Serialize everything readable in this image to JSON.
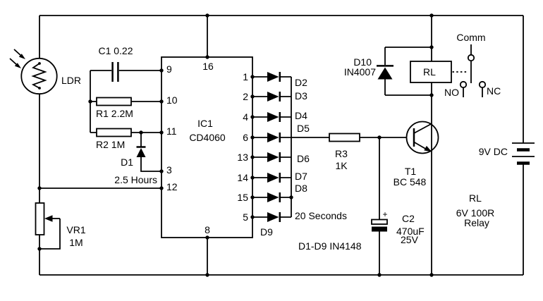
{
  "colors": {
    "wire": "#000000",
    "background": "#ffffff"
  },
  "ldr": {
    "label": "LDR"
  },
  "c1": {
    "label": "C1 0.22"
  },
  "r1": {
    "label": "R1 2.2M"
  },
  "r2": {
    "label": "R2 1M"
  },
  "d1": {
    "label": "D1",
    "time_label": "2.5 Hours"
  },
  "vr1": {
    "name": "VR1",
    "value": "1M"
  },
  "ic1": {
    "name": "IC1",
    "part": "CD4060",
    "pin_top": "16",
    "pin_bottom": "8",
    "pin_left": [
      "9",
      "10",
      "11",
      "3",
      "12"
    ],
    "pin_right": [
      "1",
      "2",
      "4",
      "6",
      "13",
      "14",
      "15",
      "5"
    ]
  },
  "output_diodes": {
    "labels": [
      "D2",
      "D3",
      "D4",
      "D5",
      "D6",
      "D7",
      "D8"
    ],
    "d9": "D9",
    "time_label": "20 Seconds",
    "note": "D1-D9 IN4148"
  },
  "r3": {
    "name": "R3",
    "value": "1K"
  },
  "t1": {
    "name": "T1",
    "part": "BC 548"
  },
  "c2": {
    "name": "C2",
    "value": "470uF",
    "voltage": "25V",
    "polarity": "+"
  },
  "d10": {
    "name": "D10",
    "part": "IN4007"
  },
  "relay": {
    "coil": "RL",
    "comm": "Comm",
    "no": "NO",
    "nc": "NC",
    "name": "RL",
    "rating": "6V 100R",
    "type": "Relay"
  },
  "battery": {
    "label": "9V DC"
  }
}
